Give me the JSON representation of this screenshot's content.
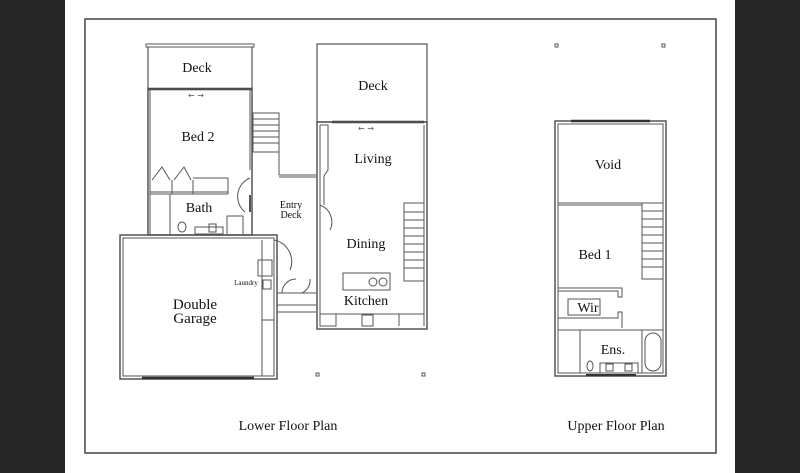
{
  "sheet": {
    "lower_title": "Lower Floor Plan",
    "upper_title": "Upper Floor Plan"
  },
  "lower": {
    "deck_left": "Deck",
    "bed2": "Bed 2",
    "bath": "Bath",
    "entry_deck_1": "Entry",
    "entry_deck_2": "Deck",
    "laundry": "Laundry",
    "garage_1": "Double",
    "garage_2": "Garage",
    "deck_right": "Deck",
    "living": "Living",
    "dining": "Dining",
    "kitchen": "Kitchen"
  },
  "upper": {
    "void": "Void",
    "bed1": "Bed 1",
    "wir": "Wir",
    "ens": "Ens."
  },
  "colors": {
    "background": "#262626",
    "paper": "#ffffff",
    "line": "#555555"
  }
}
